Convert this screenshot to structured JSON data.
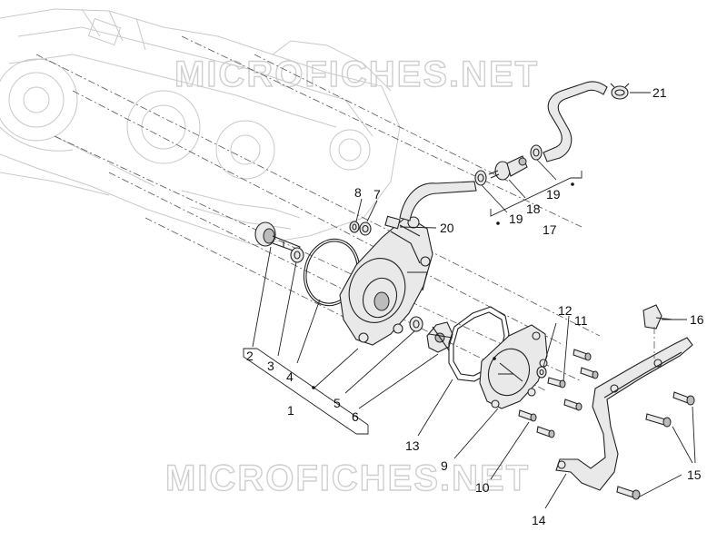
{
  "watermark": {
    "text_top": "MICROFICHES.NET",
    "text_bottom": "MICROFICHES.NET"
  },
  "callouts": {
    "c1": "1",
    "c2": "2",
    "c3": "3",
    "c4": "4",
    "c5": "5",
    "c6": "6",
    "c7": "7",
    "c8": "8",
    "c9": "9",
    "c10": "10",
    "c11": "11",
    "c12": "12",
    "c13": "13",
    "c14": "14",
    "c15": "15",
    "c16": "16",
    "c17": "17",
    "c18": "18",
    "c19a": "19",
    "c19b": "19",
    "c20": "20",
    "c21": "21"
  }
}
